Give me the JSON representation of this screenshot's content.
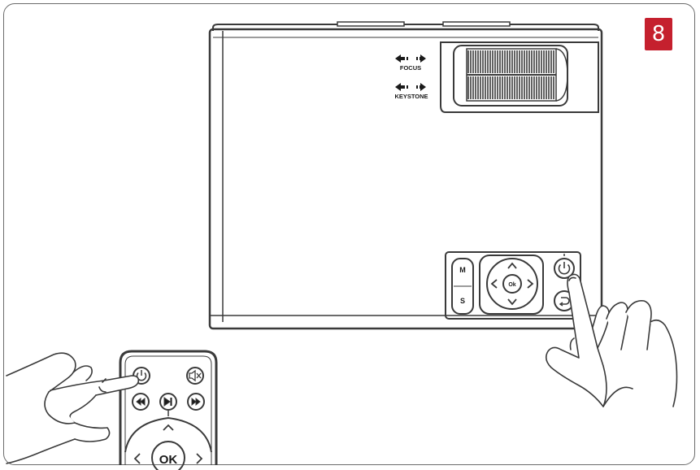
{
  "step_badge": "8",
  "projector": {
    "focus_label": "FOCUS",
    "keystone_label": "KEYSTONE",
    "panel": {
      "m_label": "M",
      "s_label": "S",
      "ok_label": "Ok"
    }
  },
  "remote": {
    "ok_label": "OK"
  },
  "colors": {
    "badge": "#c5202e",
    "line": "#3a3a3a"
  }
}
